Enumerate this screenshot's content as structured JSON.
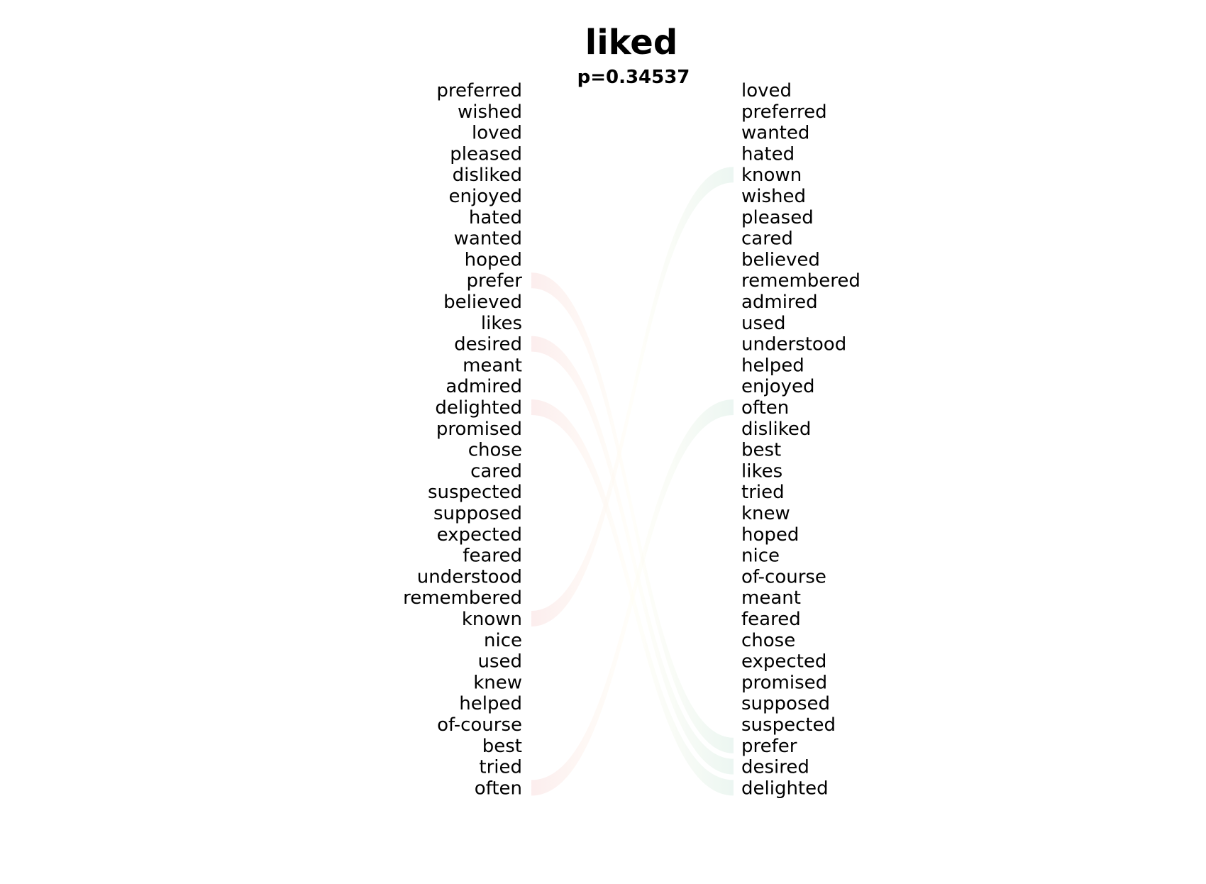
{
  "chart_data": {
    "type": "bump",
    "title": "liked",
    "subtitle": "p=0.34537",
    "left_words": [
      "preferred",
      "wished",
      "loved",
      "pleased",
      "disliked",
      "enjoyed",
      "hated",
      "wanted",
      "hoped",
      "prefer",
      "believed",
      "likes",
      "desired",
      "meant",
      "admired",
      "delighted",
      "promised",
      "chose",
      "cared",
      "suspected",
      "supposed",
      "expected",
      "feared",
      "understood",
      "remembered",
      "known",
      "nice",
      "used",
      "knew",
      "helped",
      "of-course",
      "best",
      "tried",
      "often"
    ],
    "right_words": [
      "loved",
      "preferred",
      "wanted",
      "hated",
      "known",
      "wished",
      "pleased",
      "cared",
      "believed",
      "remembered",
      "admired",
      "used",
      "understood",
      "helped",
      "enjoyed",
      "often",
      "disliked",
      "best",
      "likes",
      "tried",
      "knew",
      "hoped",
      "nice",
      "of-course",
      "meant",
      "feared",
      "chose",
      "expected",
      "promised",
      "supposed",
      "suspected",
      "prefer",
      "desired",
      "delighted"
    ],
    "links": [
      {
        "word": "prefer",
        "from_rank": 10,
        "to_rank": 32,
        "direction": "down"
      },
      {
        "word": "desired",
        "from_rank": 13,
        "to_rank": 33,
        "direction": "down"
      },
      {
        "word": "delighted",
        "from_rank": 16,
        "to_rank": 34,
        "direction": "down"
      },
      {
        "word": "known",
        "from_rank": 26,
        "to_rank": 5,
        "direction": "up"
      },
      {
        "word": "often",
        "from_rank": 34,
        "to_rank": 16,
        "direction": "up"
      }
    ],
    "colors": {
      "down_start": "#fbe9e9",
      "down_end": "#e7f4ee",
      "up_start": "#fbe9e9",
      "up_end": "#e7f4ee",
      "text": "#000000"
    }
  }
}
